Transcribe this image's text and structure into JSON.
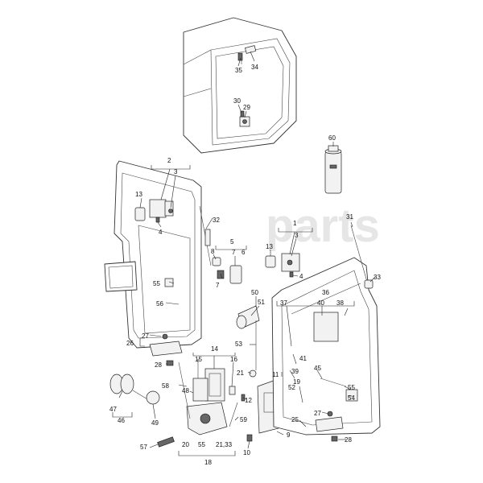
{
  "watermark": "parts",
  "colors": {
    "line": "#333333",
    "label": "#111111",
    "watermark": "#e6e6e6"
  },
  "labels": {
    "l1": "1",
    "l2": "2",
    "l3a": "3",
    "l3b": "3",
    "l4a": "4",
    "l4b": "4",
    "l5": "5",
    "l6": "6",
    "l7a": "7",
    "l7b": "7",
    "l8": "8",
    "l9": "9",
    "l10": "10",
    "l11": "11",
    "l12": "12",
    "l13a": "13",
    "l13b": "13",
    "l14": "14",
    "l15": "15",
    "l16": "16",
    "l18": "18",
    "l19": "19",
    "l20": "20",
    "l21": "21",
    "l2133": "21,33",
    "l25": "25",
    "l26": "26",
    "l27a": "27",
    "l27b": "27",
    "l28a": "28",
    "l28b": "28",
    "l29": "29",
    "l30": "30",
    "l31": "31",
    "l32": "32",
    "l33": "33",
    "l34": "34",
    "l35": "35",
    "l36": "36",
    "l37": "37",
    "l38": "38",
    "l39": "39",
    "l40": "40",
    "l41": "41",
    "l45": "45",
    "l46": "46",
    "l47": "47",
    "l48": "48",
    "l49": "49",
    "l50": "50",
    "l51": "51",
    "l52": "52",
    "l53": "53",
    "l54": "54",
    "l55a": "55",
    "l55b": "55",
    "l55c": "55",
    "l56": "56",
    "l57": "57",
    "l58": "58",
    "l59": "59",
    "l60": "60"
  }
}
